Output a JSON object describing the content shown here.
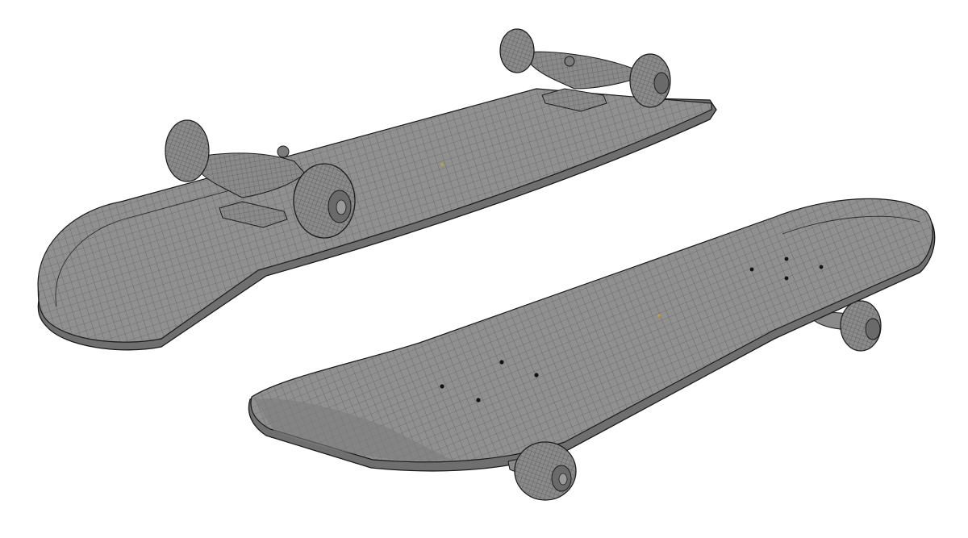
{
  "scene": {
    "background": "#ffffff",
    "subject": "skateboard-wireframe-render",
    "colors": {
      "deck_top": "#8c8c8c",
      "deck_edge": "#6f6f6f",
      "deck_bottom": "#9a9a9a",
      "wheel": "#8a8a8a",
      "wheel_hub": "#6a6a6a",
      "truck": "#888888",
      "mesh_line": "#3a3a3a",
      "outline": "#1a1a1a",
      "bolt": "#111111",
      "marker": "#d7a21a"
    },
    "models": [
      {
        "id": "skateboard-bottom-view",
        "view": "underside",
        "wheels": 4,
        "trucks": 2
      },
      {
        "id": "skateboard-top-view",
        "view": "topside",
        "wheels": 4,
        "trucks": 2,
        "bolts": 8
      }
    ]
  }
}
